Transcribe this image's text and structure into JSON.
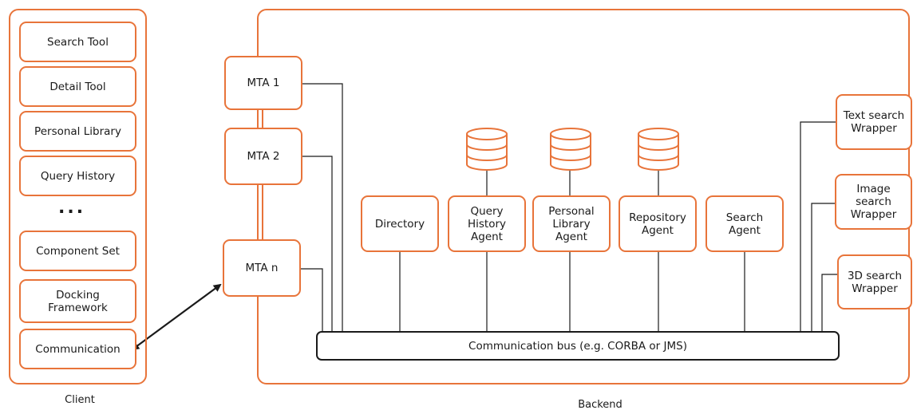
{
  "client": {
    "caption": "Client",
    "tools": [
      "Search Tool",
      "Detail Tool",
      "Personal Library",
      "Query History",
      "Component Set",
      "Docking\nFramework",
      "Communication"
    ],
    "ellipsis": "..."
  },
  "backend": {
    "caption": "Backend",
    "mtas": [
      "MTA 1",
      "MTA 2",
      "MTA n"
    ],
    "agents": [
      "Directory",
      "Query\nHistory\nAgent",
      "Personal\nLibrary\nAgent",
      "Repository\nAgent",
      "Search\nAgent"
    ],
    "wrappers": [
      "Text search\nWrapper",
      "Image search\nWrapper",
      "3D search\nWrapper"
    ],
    "bus_label": "Communication bus (e.g. CORBA or JMS)"
  },
  "colors": {
    "accent": "#e8743a",
    "line": "#1a1a1a"
  },
  "icons": {
    "database": "database-icon",
    "arrow": "bidirectional-arrow"
  }
}
